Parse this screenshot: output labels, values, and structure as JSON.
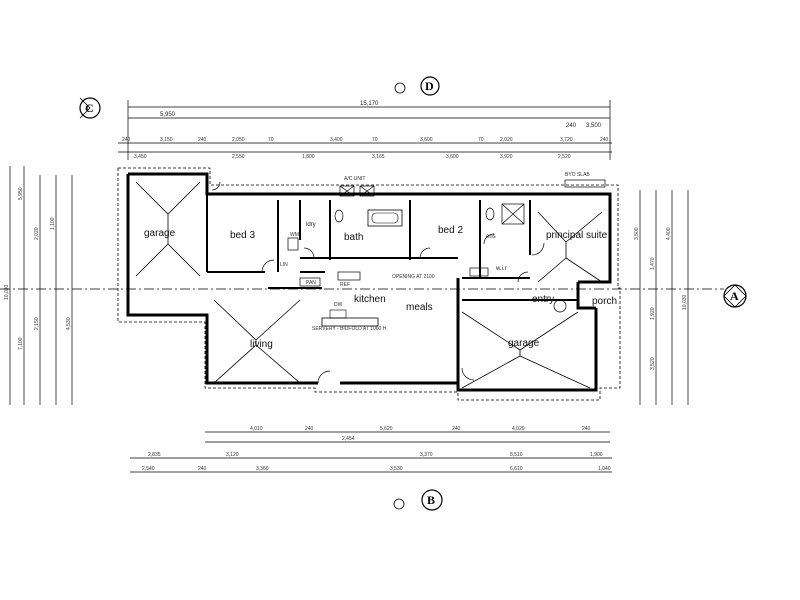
{
  "markers": {
    "a": "A",
    "b": "B",
    "c": "C",
    "d": "D"
  },
  "rooms": {
    "garage_left": "garage",
    "bed3": "bed 3",
    "ldry": "ldry",
    "bath": "bath",
    "bed2": "bed 2",
    "ens": "ens",
    "principal": "principal suite",
    "wir": "w.i.r",
    "entry": "entry",
    "porch": "porch",
    "kitchen": "kitchen",
    "meals": "meals",
    "living": "living",
    "garage_right": "garage"
  },
  "annotations": {
    "top_main": "15,170",
    "top_sub": "5,950",
    "top_right_a": "240",
    "top_right_b": "3,500",
    "right_total": "10,030",
    "left_total": "10,030",
    "row1": [
      "240",
      "3,150",
      "240",
      "2,050",
      "70",
      "3,400",
      "70",
      "3,600",
      "70",
      "2,020",
      "3,720",
      "240"
    ],
    "row2": [
      "3,450",
      "2,550",
      "1,800",
      "3,165",
      "3,600",
      "3,920",
      "2,520"
    ],
    "bottom1": [
      "4,010",
      "240",
      "5,620",
      "240",
      "4,020",
      "240"
    ],
    "bottom2": [
      "2,835",
      "3,120",
      "2,454",
      "3,370",
      "8,510",
      "1,900"
    ],
    "bottom3": [
      "2,540",
      "240",
      "3,360",
      "3,530",
      "6,610",
      "1,040"
    ],
    "left_dims": [
      "5,950",
      "2,020",
      "7,100",
      "1,100",
      "2,150",
      "4,530"
    ],
    "right_dims": [
      "3,500",
      "1,470",
      "1,920",
      "4,400",
      "3,520"
    ],
    "slab": "BYO SLAB",
    "kitchen_note": "SERVERY - BIDFOLD AT 1060 H",
    "ac_unit": "A/C UNIT",
    "opening": "OPENING AT 2100",
    "wm": "WM",
    "dw": "DW",
    "ref": "REF",
    "lin": "LIN",
    "pan": "PAN"
  }
}
